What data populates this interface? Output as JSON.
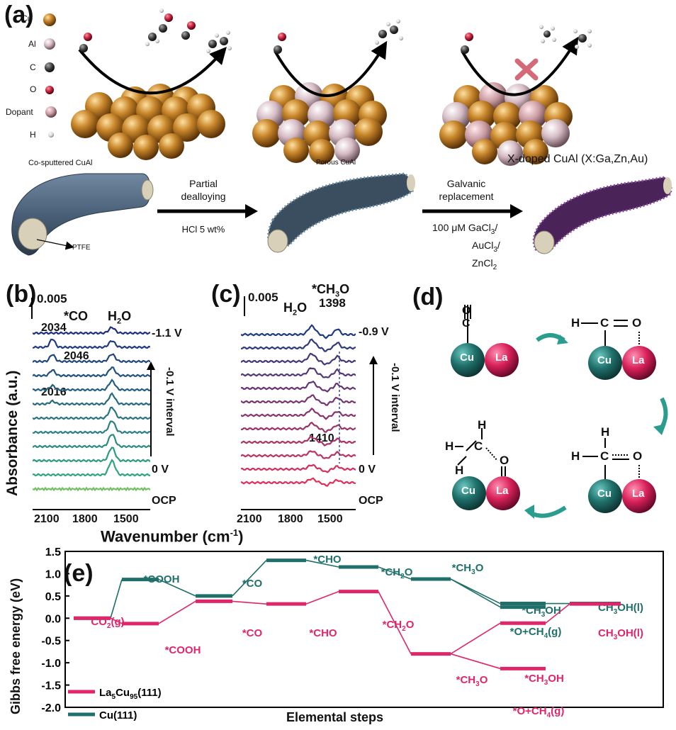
{
  "panel_labels": {
    "a": "(a)",
    "b": "(b)",
    "c": "(c)",
    "d": "(d)",
    "e": "(e)"
  },
  "panel_a": {
    "legend": [
      "Cu",
      "Al",
      "C",
      "O",
      "Dopant",
      "H"
    ],
    "legend_colors": {
      "Cu": "#c8862a",
      "Al": "#d8c0c8",
      "C": "#3a3a3a",
      "O": "#c0203a",
      "Dopant": "#c89aa0",
      "H": "#e8e8e8"
    },
    "tube1_label": "Co-sputtered CuAl",
    "ptfe_label": "PTFE",
    "tube2_label": "Porous CuAl",
    "tube3_label": "X-doped CuAl (X:Ga,Zn,Au)",
    "arrow1_top": "Partial",
    "arrow1_top2": "dealloying",
    "arrow1_bottom": "HCl 5 wt%",
    "arrow2_top": "Galvanic",
    "arrow2_top2": "replacement",
    "arrow2_b1_prefix": "100 μM",
    "arrow2_b1": "GaCl",
    "arrow2_b2": "AuCl",
    "arrow2_b3": "ZnCl",
    "sub3": "3",
    "sub2": "2"
  },
  "panel_b": {
    "scale": "0.005",
    "co_label": "*CO",
    "h2o_label": "H",
    "h2o_sub": "2",
    "h2o_end": "O",
    "peak_2034": "2034",
    "peak_2046": "2046",
    "peak_2016": "2016",
    "top_v": "-1.1 V",
    "interval": "-0.1 V interval",
    "zero_v": "0 V",
    "ocp": "OCP",
    "ylabel": "Absorbance (a.u.)",
    "xticks": [
      "2100",
      "1800",
      "1500"
    ]
  },
  "panel_c": {
    "scale": "0.005",
    "ch3o_label": "*CH",
    "ch3o_sub": "3",
    "ch3o_end": "O",
    "peak_1398": "1398",
    "h2o_label": "H",
    "h2o_sub": "2",
    "h2o_end": "O",
    "peak_1410": "1410",
    "top_v": "-0.9 V",
    "interval": "-0.1 V interval",
    "zero_v": "0 V",
    "ocp": "OCP",
    "xticks": [
      "2100",
      "1800",
      "1500"
    ]
  },
  "x_axis_label": "Wavenumber (cm",
  "x_axis_sup": "-1",
  "x_axis_end": ")",
  "panel_d": {
    "cu": "Cu",
    "la": "La",
    "h": "H",
    "c": "C",
    "o": "O",
    "cu_color": "#1f6f6a",
    "la_color": "#d8215a",
    "arrow_color": "#2a9d8f"
  },
  "chart_data": {
    "type": "line",
    "title": "",
    "xlabel": "Elemental steps",
    "ylabel": "Gibbs free energy (eV)",
    "ylim": [
      -2.0,
      1.5
    ],
    "yticks": [
      "1.5",
      "1.0",
      "0.5",
      "0.0",
      "-0.5",
      "-1.0",
      "-1.5",
      "-2.0"
    ],
    "series": [
      {
        "name": "La5Cu95(111)",
        "name_main": "La",
        "name_sub1": "5",
        "name_mid": "Cu",
        "name_sub2": "95",
        "name_end": "(111)",
        "color": "#e0266a",
        "levels": [
          {
            "step": 0,
            "y": 0.0
          },
          {
            "step": 1,
            "y": -0.12
          },
          {
            "step": 2,
            "y": 0.38
          },
          {
            "step": 3,
            "y": 0.32
          },
          {
            "step": 4,
            "y": 0.6
          },
          {
            "step": 5,
            "y": -0.8
          },
          {
            "step": 6,
            "y": -0.11
          },
          {
            "step": 6,
            "y": -1.13
          },
          {
            "step": 7,
            "y": 0.32
          }
        ],
        "labels": [
          {
            "text": "CO",
            "sub": "2",
            "end": "(g)"
          },
          {
            "text": "*COOH"
          },
          {
            "text": "*CO"
          },
          {
            "text": "*CHO"
          },
          {
            "text": "*CH",
            "sub": "2",
            "end": "O"
          },
          {
            "text": "*CH",
            "sub": "3",
            "end": "O"
          },
          {
            "text": "*CH",
            "sub": "3",
            "end": "OH"
          },
          {
            "text": "*O+CH",
            "sub": "4",
            "end": "(g)"
          },
          {
            "text": "CH",
            "sub": "3",
            "end": "OH(l)"
          }
        ]
      },
      {
        "name": "Cu(111)",
        "color": "#1f6f6a",
        "levels": [
          {
            "step": 0,
            "y": 0.0
          },
          {
            "step": 1,
            "y": 0.87
          },
          {
            "step": 2,
            "y": 0.5
          },
          {
            "step": 3,
            "y": 1.3
          },
          {
            "step": 4,
            "y": 1.15
          },
          {
            "step": 5,
            "y": 0.88
          },
          {
            "step": 6,
            "y": 0.33
          },
          {
            "step": 6,
            "y": 0.25
          },
          {
            "step": 7,
            "y": 0.33
          }
        ],
        "labels": [
          {
            "text": ""
          },
          {
            "text": "*COOH"
          },
          {
            "text": "*CO"
          },
          {
            "text": "*CHO"
          },
          {
            "text": "*CH",
            "sub": "2",
            "end": "O"
          },
          {
            "text": "*CH",
            "sub": "3",
            "end": "O"
          },
          {
            "text": "*CH",
            "sub": "3",
            "end": "OH"
          },
          {
            "text": "*O+CH",
            "sub": "4",
            "end": "(g)"
          },
          {
            "text": "CH",
            "sub": "3",
            "end": "OH(l)"
          }
        ]
      }
    ]
  }
}
